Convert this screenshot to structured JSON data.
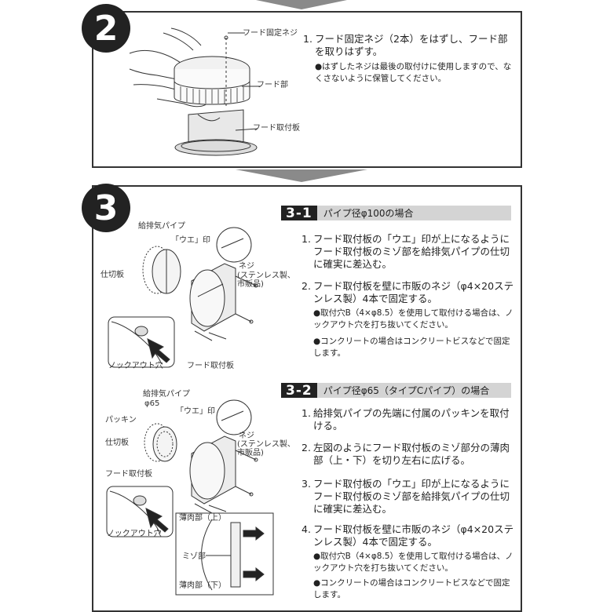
{
  "step2": {
    "number": "2",
    "labels": {
      "screw": "フード固定ネジ",
      "hood": "フード部",
      "plate": "フード取付板"
    },
    "instruction_num": "1.",
    "instruction": "フード固定ネジ（2本）をはずし、フード部を取りはずす。",
    "note": "●はずしたネジは最後の取付けに使用しますので、なくさないように保管してください。"
  },
  "step3": {
    "number": "3",
    "sec1": {
      "num": "3-1",
      "title": "パイプ径φ100の場合",
      "labels": {
        "pipe": "給排気パイプ",
        "ue": "「ウエ」印",
        "screw": "ネジ",
        "screw_sub1": "(ステンレス製、",
        "screw_sub2": "市販品)",
        "divider": "仕切板",
        "knockout": "ノックアウト穴",
        "plate": "フード取付板"
      },
      "items": [
        {
          "num": "1.",
          "text": "フード取付板の「ウエ」印が上になるようにフード取付板のミゾ部を給排気パイプの仕切に確実に差込む。"
        },
        {
          "num": "2.",
          "text": "フード取付板を壁に市販のネジ（φ4×20ステンレス製）4本で固定する。"
        }
      ],
      "notes": [
        "●取付穴B（4×φ8.5）を使用して取付ける場合は、ノックアウト穴を打ち抜いてください。",
        "●コンクリートの場合はコンクリートビスなどで固定します。"
      ]
    },
    "sec2": {
      "num": "3-2",
      "title": "パイプ径φ65（タイプCパイプ）の場合",
      "labels": {
        "pipe": "給排気パイプ",
        "pipe_dia": "φ65",
        "ue": "「ウエ」印",
        "packing": "パッキン",
        "screw": "ネジ",
        "screw_sub1": "(ステンレス製、",
        "screw_sub2": "市販品)",
        "divider": "仕切板",
        "plate": "フード取付板",
        "knockout": "ノックアウト穴",
        "thin_top": "薄肉部（上）",
        "groove": "ミゾ部",
        "thin_bottom": "薄肉部（下）"
      },
      "items": [
        {
          "num": "1.",
          "text": "給排気パイプの先端に付属のパッキンを取付ける。"
        },
        {
          "num": "2.",
          "text": "左図のようにフード取付板のミゾ部分の薄肉部（上・下）を切り左右に広げる。"
        },
        {
          "num": "3.",
          "text": "フード取付板の「ウエ」印が上になるようにフード取付板のミゾ部を給排気パイプの仕切に確実に差込む。"
        },
        {
          "num": "4.",
          "text": "フード取付板を壁に市販のネジ（φ4×20ステンレス製）4本で固定する。"
        }
      ],
      "notes": [
        "●取付穴B（4×φ8.5）を使用して取付ける場合は、ノックアウト穴を打ち抜いてください。",
        "●コンクリートの場合はコンクリートビスなどで固定します。"
      ]
    }
  }
}
